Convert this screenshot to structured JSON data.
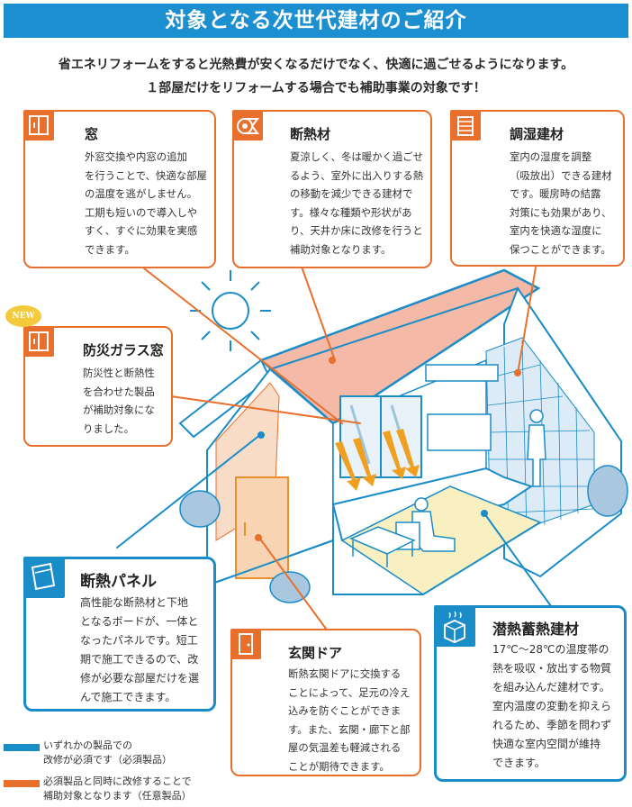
{
  "title": "対象となる次世代建材のご紹介",
  "lead": [
    "省エネリフォームをすると光熱費が安くなるだけでなく、快適に過ごせるようになります。",
    "１部屋だけをリフォームする場合でも補助事業の対象です！"
  ],
  "new_badge": "NEW",
  "colors": {
    "required": "#1a8cc8",
    "optional": "#e8702c",
    "header": "#1c8fd0"
  },
  "cards": {
    "window": {
      "title": "窓",
      "icon": "window-icon",
      "lines": [
        "外窓交換や内窓の追加",
        "を行うことで、快適な部屋",
        "の温度を逃がしません。",
        "工期も短いので導入しや",
        "すく、すぐに効果を実感",
        "できます。"
      ]
    },
    "insulation": {
      "title": "断熱材",
      "icon": "insulation-roll-icon",
      "lines": [
        "夏涼しく、冬は暖かく過ごせ",
        "るよう、室外に出入りする熱",
        "の移動を減少できる建材で",
        "す。様々な種類や形状があ",
        "り、天井か床に改修を行うと",
        "補助対象となります。"
      ]
    },
    "humidity": {
      "title": "調湿建材",
      "icon": "humidity-panel-icon",
      "lines": [
        "室内の湿度を調整",
        "（吸放出）できる建材",
        "です。暖房時の結露",
        "対策にも効果があり、",
        "室内を快適な湿度に",
        "保つことができます。"
      ]
    },
    "disaster_glass": {
      "title": "防災ガラス窓",
      "icon": "window-icon",
      "lines": [
        "防災性と断熱性",
        "を合わせた製品",
        "が補助対象にな",
        "りました。"
      ]
    },
    "panel": {
      "title": "断熱パネル",
      "icon": "panel-icon",
      "lines": [
        "高性能な断熱材と下地",
        "となるボードが、一体と",
        "なったパネルです。短工",
        "期で施工できるので、改",
        "修が必要な部屋だけを選",
        "んで施工できます。"
      ]
    },
    "door": {
      "title": "玄関ドア",
      "icon": "door-icon",
      "lines": [
        "断熱玄関ドアに交換する",
        "ことによって、足元の冷え",
        "込みを防ぐことができま",
        "す。また、玄関・廊下と部",
        "屋の気温差も軽減される",
        "ことが期待できます。"
      ]
    },
    "latent": {
      "title": "潜熱蓄熱建材",
      "icon": "heat-storage-icon",
      "lines": [
        "17℃〜28℃の温度帯の",
        "熱を吸収・放出する物質",
        "を組み込んだ建材です。",
        "室内温度の変動を抑えら",
        "れるため、季節を問わず",
        "快適な室内空間が維持",
        "できます。"
      ]
    }
  },
  "legend": {
    "required": [
      "いずれかの製品での",
      "改修が必須です（必須製品）"
    ],
    "optional": [
      "必須製品と同時に改修することで",
      "補助対象となります（任意製品）"
    ]
  }
}
